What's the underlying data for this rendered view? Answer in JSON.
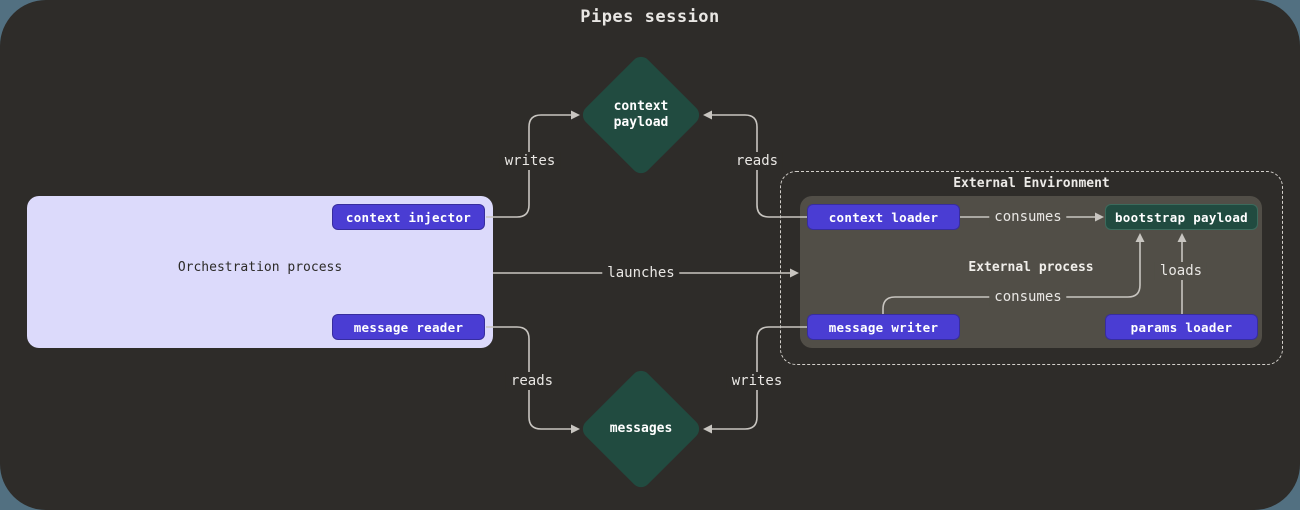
{
  "title": "Pipes session",
  "colors": {
    "page_background": "#527081",
    "canvas_background": "#2e2c29",
    "accent_purple": "#4a3dd3",
    "accent_green": "#214b40",
    "orchestration_fill": "#dcdafb",
    "external_process_fill": "#514e47",
    "edge_line": "#c8c5c0",
    "text_light": "#eceae7",
    "text_dark": "#2d2b28"
  },
  "nodes": {
    "context_payload": {
      "label": "context\npayload"
    },
    "messages": {
      "label": "messages"
    },
    "orchestration": {
      "label": "Orchestration process",
      "context_injector": "context injector",
      "message_reader": "message reader"
    },
    "external_environment": {
      "label": "External Environment",
      "process_label": "External process",
      "context_loader": "context loader",
      "bootstrap_payload": "bootstrap payload",
      "message_writer": "message writer",
      "params_loader": "params loader"
    }
  },
  "edges": {
    "writes_top": "writes",
    "reads_top": "reads",
    "launches": "launches",
    "reads_bottom": "reads",
    "writes_bottom": "writes",
    "consumes_top": "consumes",
    "consumes_bottom": "consumes",
    "loads": "loads"
  }
}
